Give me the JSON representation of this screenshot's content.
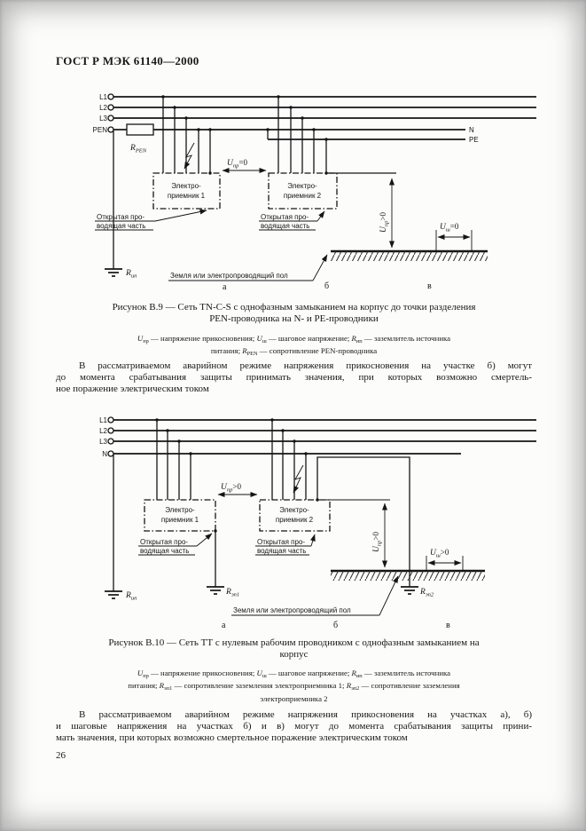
{
  "page": {
    "header": "ГОСТ Р МЭК 61140—2000",
    "number": "26"
  },
  "diagram1": {
    "feeders": [
      "L1",
      "L2",
      "L3",
      "PEN"
    ],
    "n_label": "N",
    "pe_label": "PE",
    "r_pen": {
      "m": "R",
      "s": "PEN"
    },
    "r_ip": {
      "m": "R",
      "s": "ип"
    },
    "u_pr": {
      "m": "U",
      "s": "пр",
      "v": "=0"
    },
    "u_pr_right": {
      "m": "U",
      "s": "пр",
      "v": ">0"
    },
    "u_sh": {
      "m": "U",
      "s": "ш",
      "v": "=0"
    },
    "box1": [
      "Электро-",
      "приемник 1"
    ],
    "box2": [
      "Электро-",
      "приемник 2"
    ],
    "exposed": [
      "Открытая про-",
      "водящая часть"
    ],
    "ground": "Земля или электропроводящий пол",
    "zones": [
      "а",
      "б",
      "в"
    ]
  },
  "figure9": {
    "caption": [
      "Рисунок В.9 — Сеть TN-C-S с однофазным замыканием на корпус до точки разделения",
      "PEN-проводника на N-  и  РЕ-проводники"
    ],
    "legend": [
      [
        {
          "t": "U",
          "i": true
        },
        {
          "t": "пр",
          "s": true
        },
        {
          "t": " — напряжение прикосновения; "
        },
        {
          "t": "U",
          "i": true
        },
        {
          "t": "ш",
          "s": true
        },
        {
          "t": " — шаговое напряжение; "
        },
        {
          "t": "R",
          "i": true
        },
        {
          "t": "ип",
          "s": true
        },
        {
          "t": " — заземлитель источника"
        }
      ],
      [
        {
          "t": "питания; "
        },
        {
          "t": "R",
          "i": true
        },
        {
          "t": "PEN",
          "s": true
        },
        {
          "t": " — сопротивление PEN-проводника"
        }
      ]
    ]
  },
  "paragraphs": {
    "p1": [
      "В рассматриваемом аварийном режиме напряжения прикосновения на участке б) могут",
      "до момента срабатывания защиты принимать значения, при которых возможно смертель-",
      "ное поражение электрическим током"
    ],
    "p2": [
      "В рассматриваемом аварийном режиме напряжения прикосновения на участках а), б)",
      "и шаговые напряжения на участках б) и в) могут до момента срабатывания защиты прини-",
      "мать значения, при которых возможно смертельное поражение электрическим током"
    ]
  },
  "diagram2": {
    "feeders": [
      "L1",
      "L2",
      "L3",
      "N"
    ],
    "r_ip": {
      "m": "R",
      "s": "ип"
    },
    "r_ep1": {
      "m": "R",
      "s": "эп1"
    },
    "r_ep2": {
      "m": "R",
      "s": "эп2"
    },
    "u_pr": {
      "m": "U",
      "s": "пр",
      "v": ">0"
    },
    "u_sh": {
      "m": "U",
      "s": "ш",
      "v": ">0"
    },
    "box1": [
      "Электро-",
      "приемник 1"
    ],
    "box2": [
      "Электро-",
      "приемник 2"
    ],
    "exposed": [
      "Открытая про-",
      "водящая часть"
    ],
    "ground": "Земля или электропроводящий пол",
    "zones": [
      "а",
      "б",
      "в"
    ]
  },
  "figure10": {
    "caption": [
      "Рисунок В.10 — Сеть ТТ с нулевым рабочим проводником с однофазным замыканием на",
      "корпус"
    ],
    "legend": [
      [
        {
          "t": "U",
          "i": true
        },
        {
          "t": "пр",
          "s": true
        },
        {
          "t": " — напряжение прикосновения; "
        },
        {
          "t": "U",
          "i": true
        },
        {
          "t": "ш",
          "s": true
        },
        {
          "t": " — шаговое напряжение; "
        },
        {
          "t": "R",
          "i": true
        },
        {
          "t": "ип",
          "s": true
        },
        {
          "t": " — заземлитель источника"
        }
      ],
      [
        {
          "t": "питания; "
        },
        {
          "t": "R",
          "i": true
        },
        {
          "t": "эп1",
          "s": true
        },
        {
          "t": " — сопротивление заземления электроприемника 1; "
        },
        {
          "t": "R",
          "i": true
        },
        {
          "t": "эп2",
          "s": true
        },
        {
          "t": " — сопротивление заземления"
        }
      ],
      [
        {
          "t": "электроприемника 2"
        }
      ]
    ]
  }
}
